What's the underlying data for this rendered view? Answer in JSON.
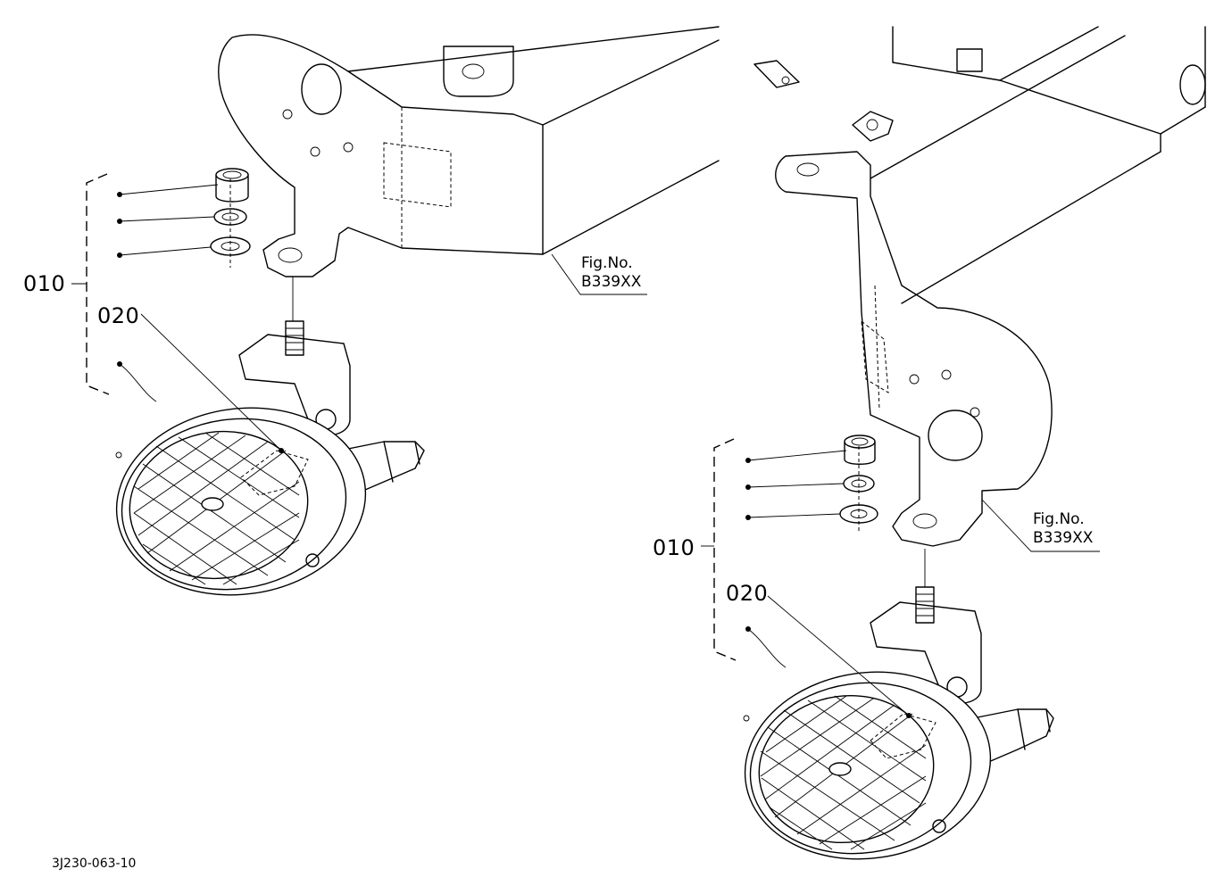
{
  "figure": {
    "code": "3J230-063-10",
    "assemblies": [
      {
        "callouts": [
          {
            "label": "010"
          },
          {
            "label": "020"
          }
        ],
        "reference": {
          "line1": "Fig.No.",
          "line2": "B339XX"
        }
      },
      {
        "callouts": [
          {
            "label": "010"
          },
          {
            "label": "020"
          }
        ],
        "reference": {
          "line1": "Fig.No.",
          "line2": "B339XX"
        }
      }
    ]
  },
  "colors": {
    "line": "#000000",
    "background": "#ffffff"
  }
}
